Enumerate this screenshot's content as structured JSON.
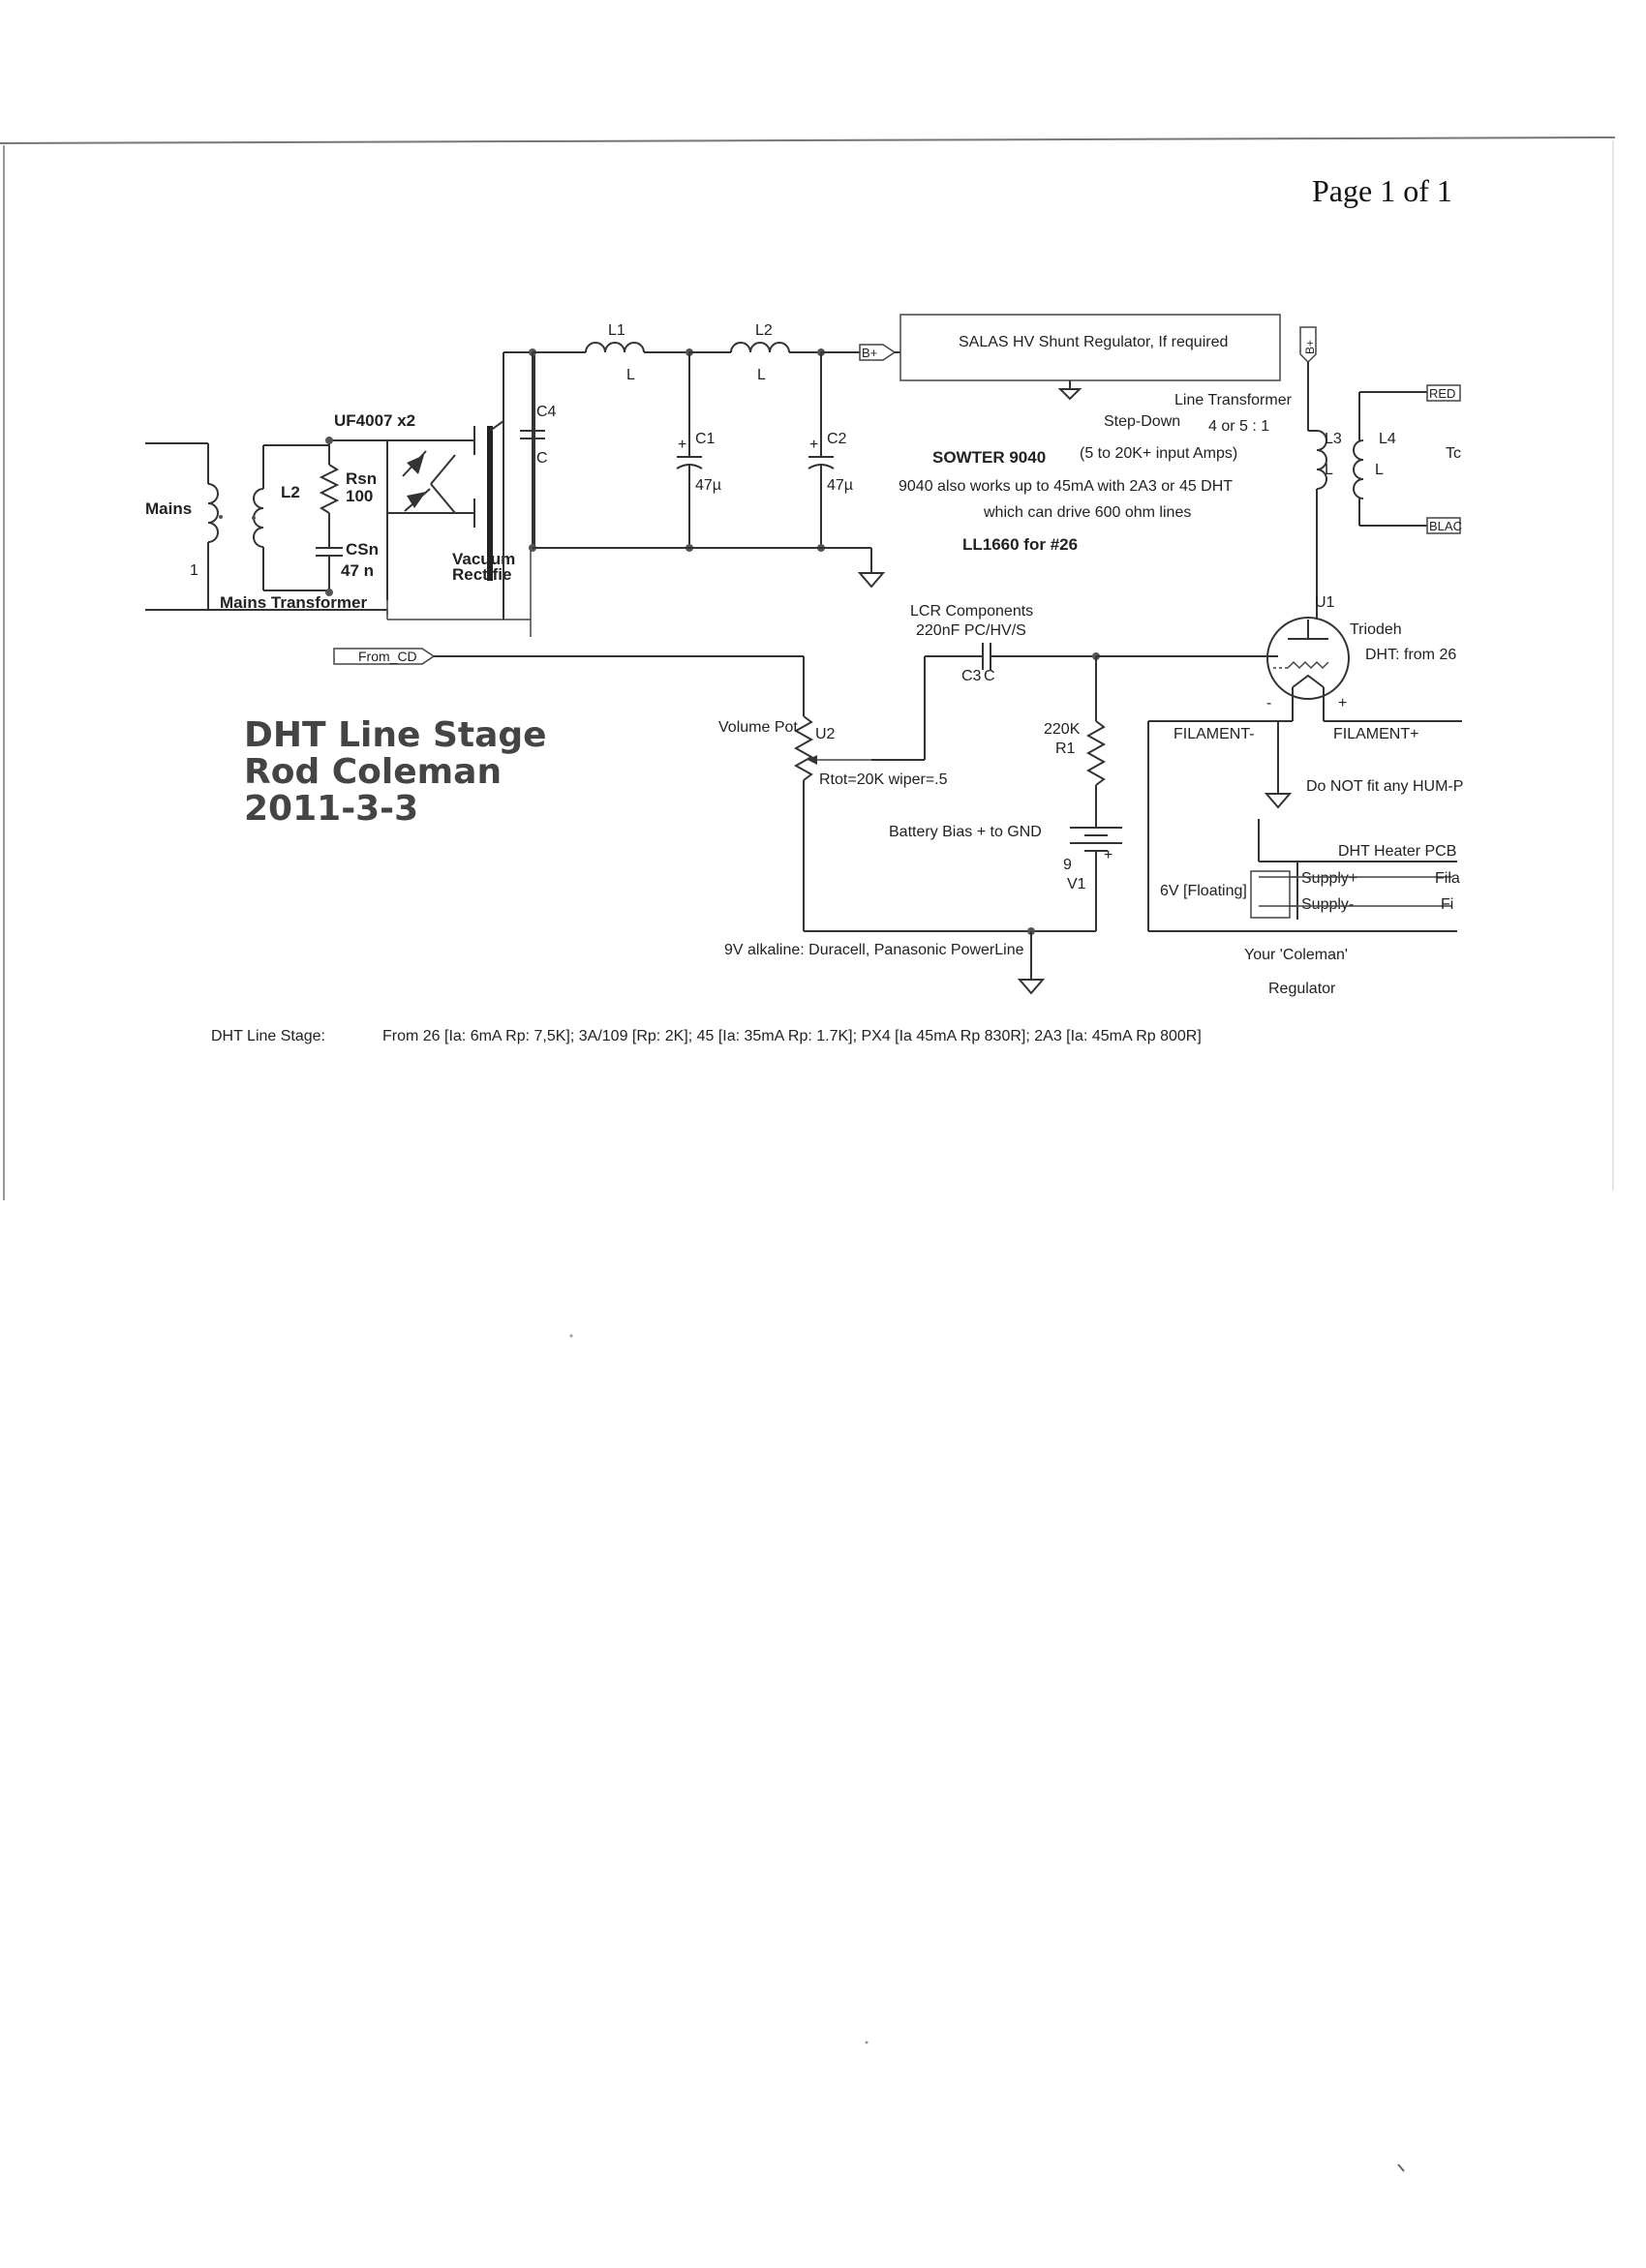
{
  "page": {
    "page_label": "Page 1 of 1"
  },
  "title_block": {
    "line1": "DHT Line Stage",
    "line2": "Rod Coleman",
    "line3": "2011-3-3"
  },
  "labels": {
    "mains": "Mains",
    "mains_one": "1",
    "l2_left": "L2",
    "uf4007": "UF4007 x2",
    "rsn": "Rsn",
    "rsn_val": "100",
    "csn": "CSn",
    "csn_val": "47  n",
    "mains_transformer": "Mains Transformer",
    "vacuum": "Vacuum",
    "rectifier": "Rectifie",
    "c4": "C4",
    "c4_c": "C",
    "l1": "L1",
    "l1_l": "L",
    "l2": "L2",
    "l2_l": "L",
    "c1": "C1",
    "c1_val": "47µ",
    "c2": "C2",
    "c2_val": "47µ",
    "bplus": "B+",
    "bplus_v": "B+",
    "salas": "SALAS HV Shunt Regulator, If required",
    "line_transformer": "Line Transformer",
    "step_down": "Step-Down",
    "ratio": "4 or 5 : 1",
    "sowter": "SOWTER 9040",
    "sowter_amps": "(5 to 20K+ input Amps)",
    "sowter_note1": "9040 also works up to 45mA with 2A3 or 45 DHT",
    "sowter_note2": "which can drive 600 ohm lines",
    "ll1660": "LL1660 for #26",
    "l3": "L3",
    "l3_l": "L",
    "l4": "L4",
    "l4_l": "L",
    "red": "RED",
    "black": "BLAC",
    "to": "Tc",
    "u1": "U1",
    "triode": "Triodeh",
    "dht_from": "DHT: from 26",
    "lcr": "LCR Components",
    "cap_type": "220nF PC/HV/S",
    "c3": "C3",
    "c3_c": "C",
    "from_cd": "From_CD",
    "volume_pot": "Volume Pot",
    "u2": "U2",
    "rtot": "Rtot=20K wiper=.5",
    "r1_val": "220K",
    "r1": "R1",
    "battery_bias": "Battery Bias + to GND",
    "v1_9": "9",
    "v1": "V1",
    "battery_note": "9V alkaline: Duracell, Panasonic PowerLine",
    "filament_minus": "FILAMENT-",
    "filament_plus": "FILAMENT+",
    "minus": "-",
    "plus": "+",
    "hum_note": "Do NOT fit any HUM-P",
    "heater_pcb": "DHT Heater PCB",
    "supply_plus": "Supply+",
    "supply_minus": "Supply-",
    "fila": "Fila",
    "fi": "Fi",
    "floating": "6V [Floating]",
    "your_coleman": "Your 'Coleman'",
    "regulator": "Regulator"
  },
  "footer": {
    "label": "DHT Line Stage:",
    "text": "From 26 [Ia: 6mA Rp: 7,5K]; 3A/109 [Rp: 2K]; 45 [Ia: 35mA Rp: 1.7K]; PX4 [Ia 45mA Rp 830R]; 2A3 [Ia: 45mA Rp 800R]"
  }
}
